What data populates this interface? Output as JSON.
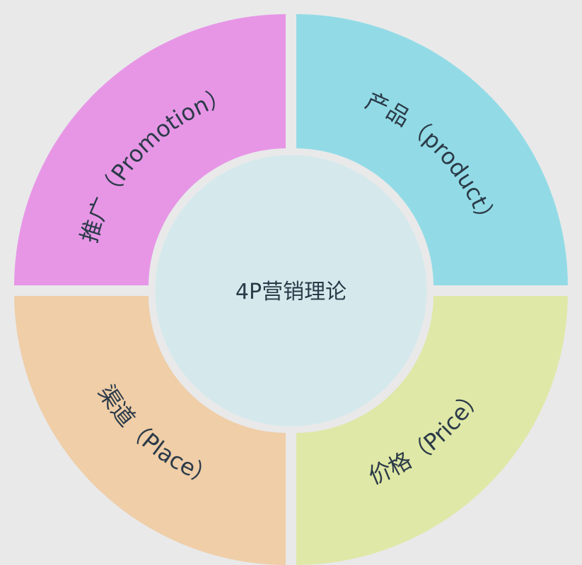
{
  "center": {
    "label": "4P营销理论",
    "color": "#d5e9ec"
  },
  "segments": {
    "promotion": {
      "label": "推广（Promotion）",
      "color": "#e796e6"
    },
    "product": {
      "label": "产品（product）",
      "color": "#92dbe6"
    },
    "place": {
      "label": "渠道（Place）",
      "color": "#efcea8"
    },
    "price": {
      "label": "价格（Price）",
      "color": "#dfe8a6"
    }
  }
}
